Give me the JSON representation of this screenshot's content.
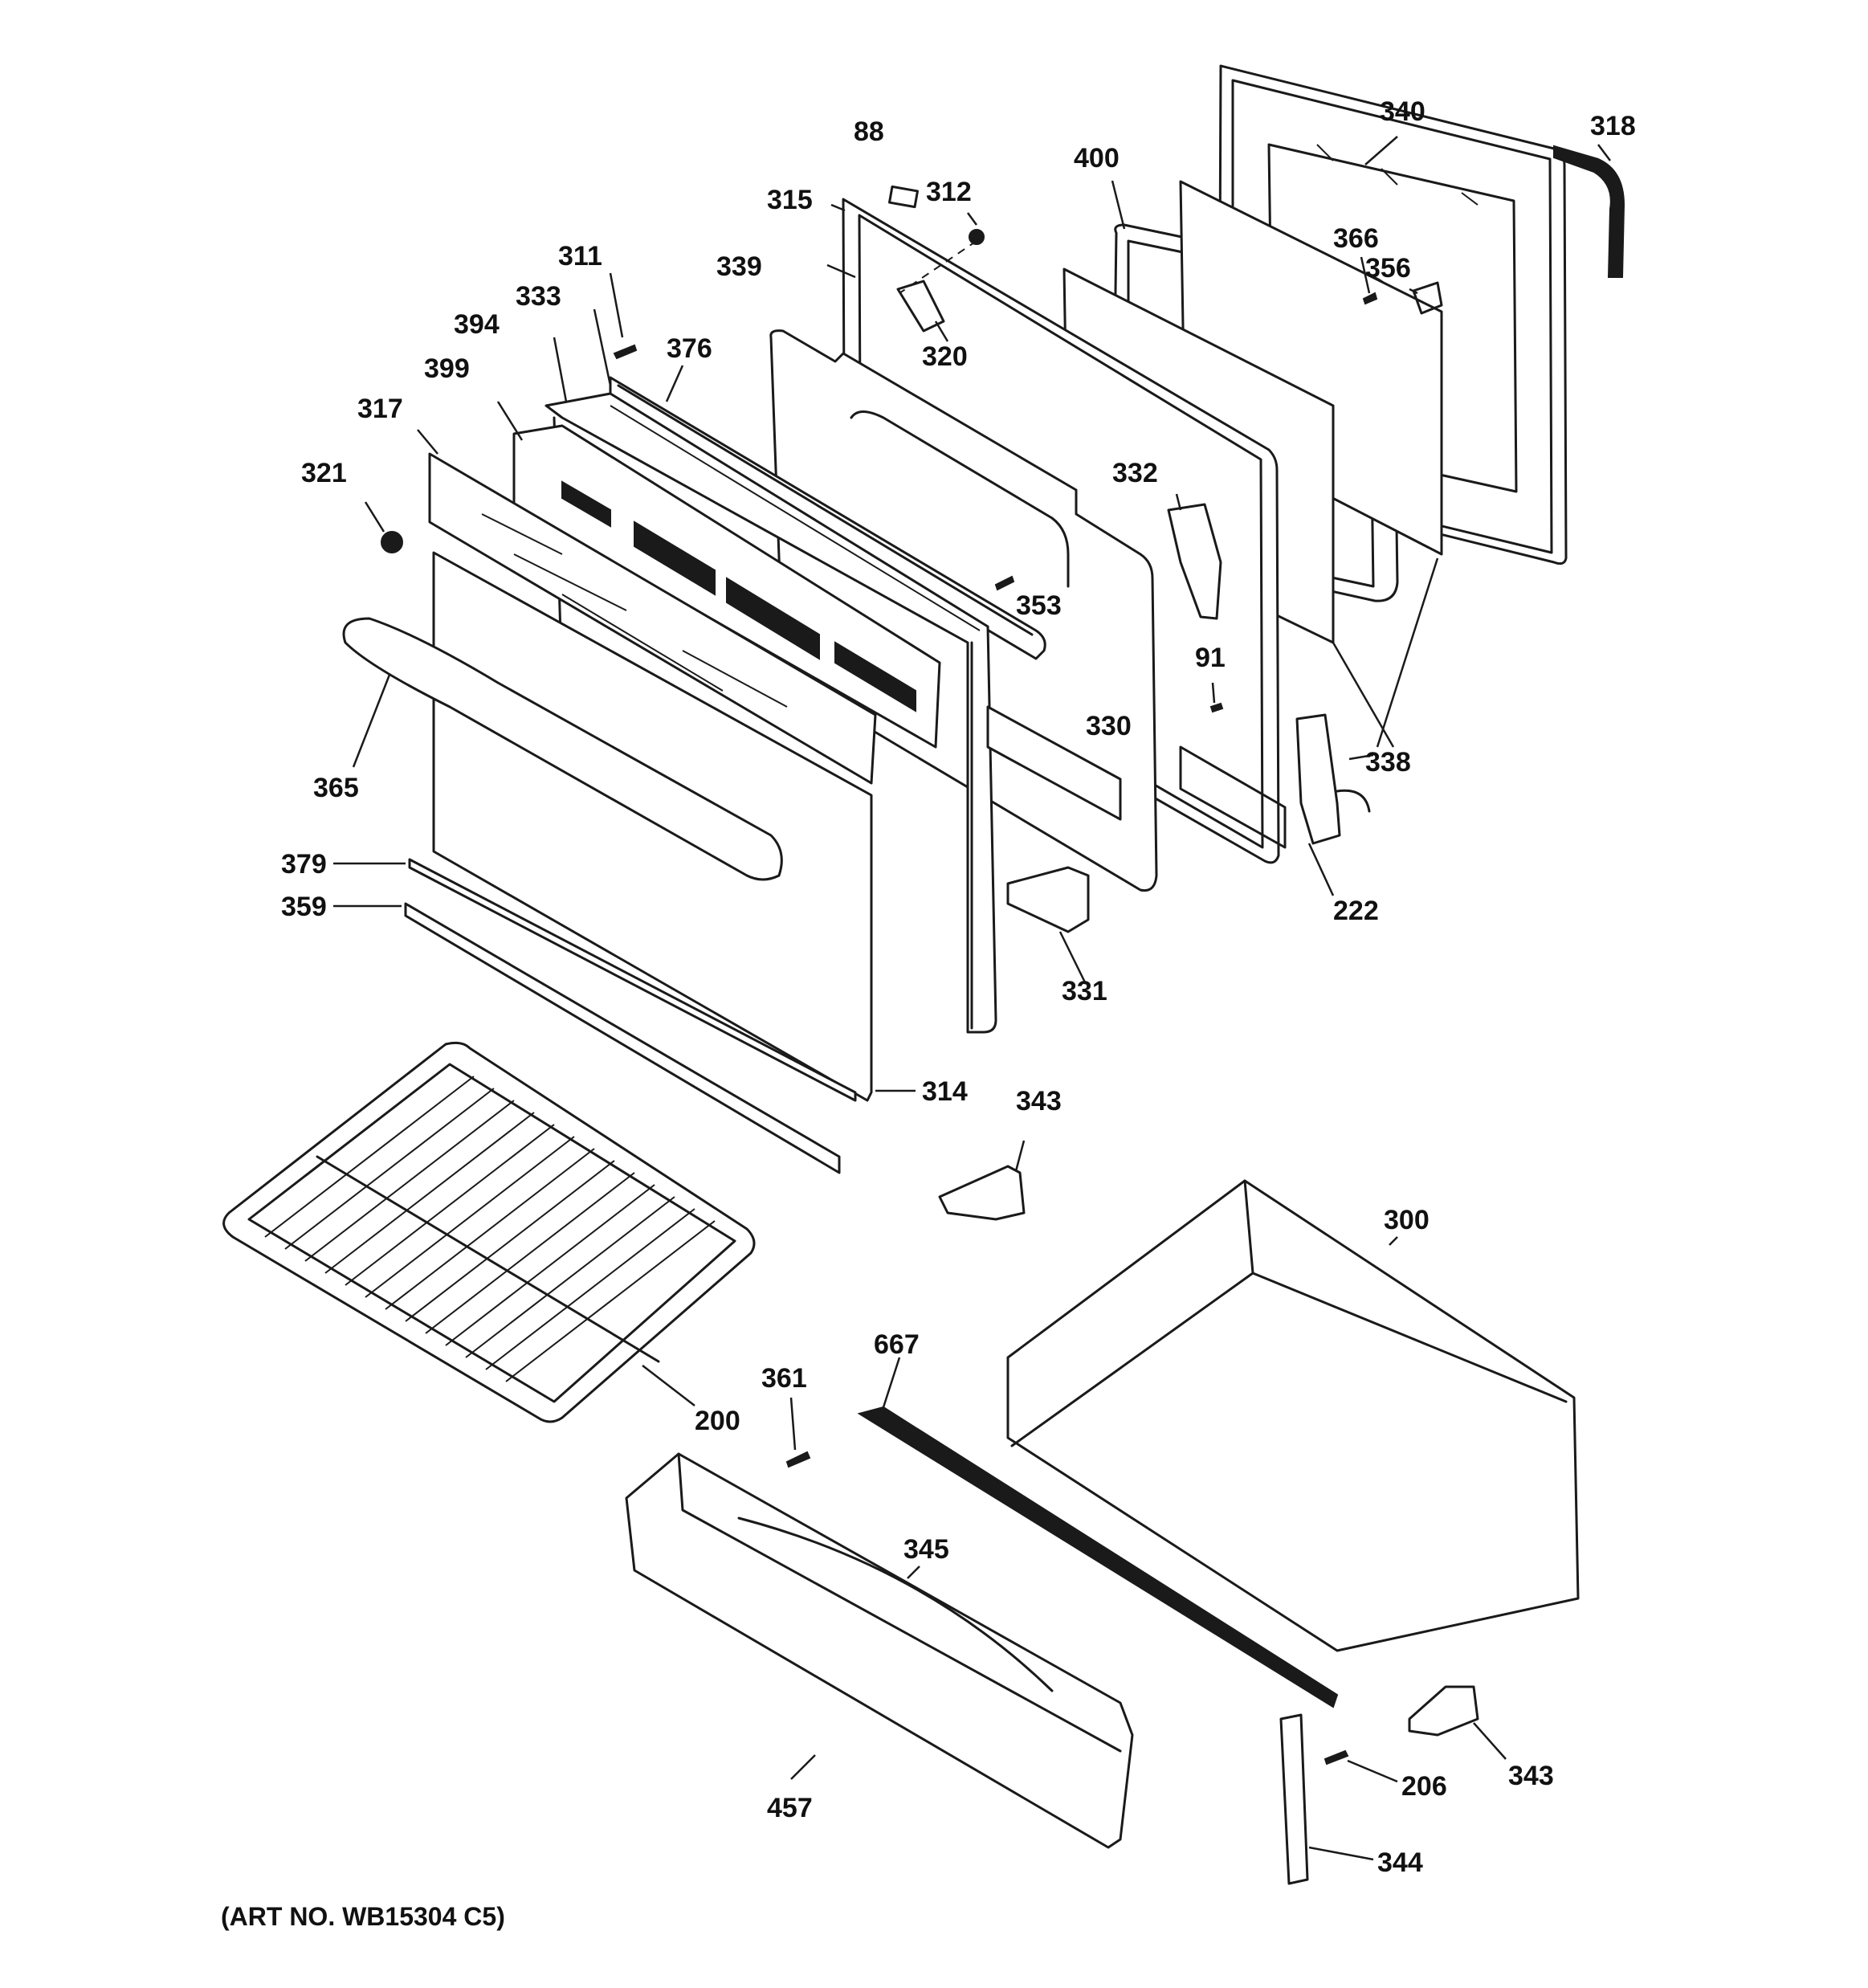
{
  "diagram": {
    "art_number": "(ART NO. WB15304 C5)",
    "callouts": [
      {
        "id": "c88",
        "label": "88"
      },
      {
        "id": "c312",
        "label": "312"
      },
      {
        "id": "c315",
        "label": "315"
      },
      {
        "id": "c311",
        "label": "311"
      },
      {
        "id": "c339",
        "label": "339"
      },
      {
        "id": "c320",
        "label": "320"
      },
      {
        "id": "c394",
        "label": "394"
      },
      {
        "id": "c333",
        "label": "333"
      },
      {
        "id": "c376",
        "label": "376"
      },
      {
        "id": "c399",
        "label": "399"
      },
      {
        "id": "c317",
        "label": "317"
      },
      {
        "id": "c321",
        "label": "321"
      },
      {
        "id": "c400",
        "label": "400"
      },
      {
        "id": "c340",
        "label": "340"
      },
      {
        "id": "c318",
        "label": "318"
      },
      {
        "id": "c366",
        "label": "366"
      },
      {
        "id": "c356",
        "label": "356"
      },
      {
        "id": "c332",
        "label": "332"
      },
      {
        "id": "c353",
        "label": "353"
      },
      {
        "id": "c91",
        "label": "91"
      },
      {
        "id": "c330",
        "label": "330"
      },
      {
        "id": "c338",
        "label": "338"
      },
      {
        "id": "c365",
        "label": "365"
      },
      {
        "id": "c379",
        "label": "379"
      },
      {
        "id": "c359",
        "label": "359"
      },
      {
        "id": "c222",
        "label": "222"
      },
      {
        "id": "c331",
        "label": "331"
      },
      {
        "id": "c314",
        "label": "314"
      },
      {
        "id": "c343a",
        "label": "343"
      },
      {
        "id": "c300",
        "label": "300"
      },
      {
        "id": "c667",
        "label": "667"
      },
      {
        "id": "c361",
        "label": "361"
      },
      {
        "id": "c200",
        "label": "200"
      },
      {
        "id": "c345",
        "label": "345"
      },
      {
        "id": "c343b",
        "label": "343"
      },
      {
        "id": "c206",
        "label": "206"
      },
      {
        "id": "c457",
        "label": "457"
      },
      {
        "id": "c344",
        "label": "344"
      }
    ]
  }
}
